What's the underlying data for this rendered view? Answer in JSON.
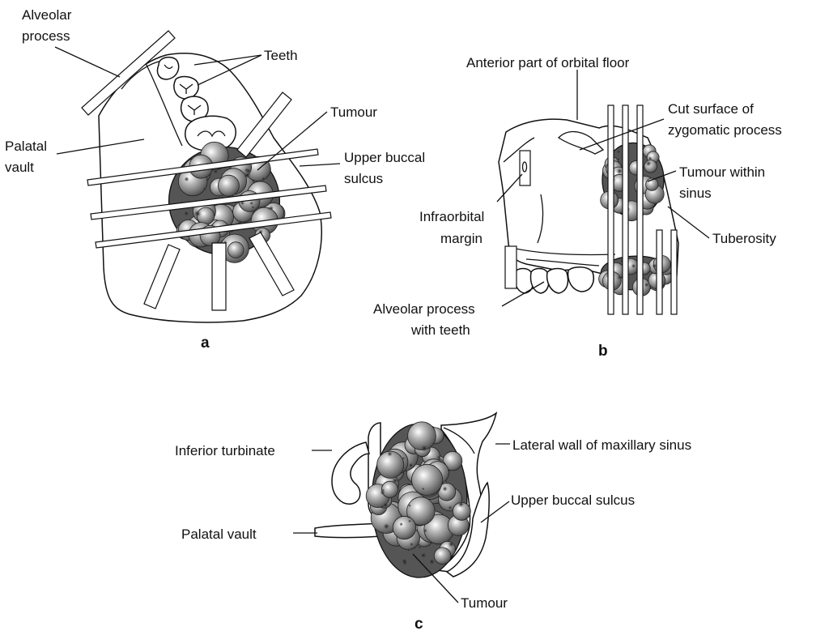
{
  "panel_a": {
    "letter": "a",
    "labels": {
      "alveolar_process_1": "Alveolar",
      "alveolar_process_2": "process",
      "teeth": "Teeth",
      "tumour": "Tumour",
      "palatal_vault_1": "Palatal",
      "palatal_vault_2": "vault",
      "upper_buccal_sulcus_1": "Upper buccal",
      "upper_buccal_sulcus_2": "sulcus"
    }
  },
  "panel_b": {
    "letter": "b",
    "labels": {
      "orbital_floor": "Anterior part of orbital floor",
      "cut_surface_1": "Cut surface of",
      "cut_surface_2": "zygomatic process",
      "tumour_sinus_1": "Tumour within",
      "tumour_sinus_2": "sinus",
      "infraorbital_1": "Infraorbital",
      "infraorbital_2": "margin",
      "tuberosity": "Tuberosity",
      "alveolar_teeth_1": "Alveolar process",
      "alveolar_teeth_2": "with teeth"
    }
  },
  "panel_c": {
    "letter": "c",
    "labels": {
      "inferior_turbinate": "Inferior turbinate",
      "lateral_wall": "Lateral wall of maxillary sinus",
      "palatal_vault": "Palatal vault",
      "upper_buccal_sulcus": "Upper buccal sulcus",
      "tumour": "Tumour"
    }
  }
}
